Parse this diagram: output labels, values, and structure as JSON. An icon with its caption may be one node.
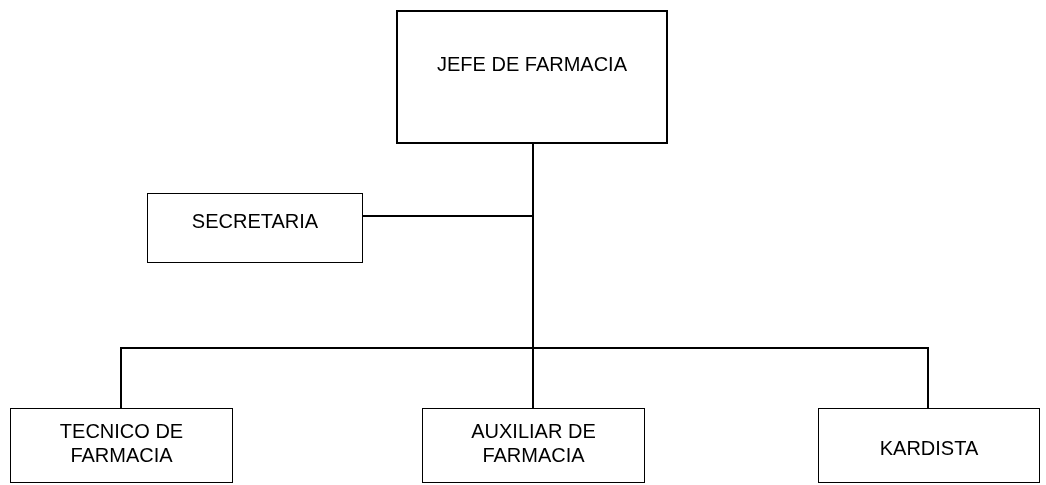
{
  "diagram": {
    "nodes": [
      {
        "text": [
          "JEFE DE FARMACIA"
        ]
      },
      {
        "text": [
          "SECRETARIA"
        ]
      },
      {
        "text": [
          "TECNICO DE FARMACIA"
        ]
      },
      {
        "text": [
          "AUXILIAR DE FARMACIA"
        ]
      },
      {
        "text": [
          "KARDISTA"
        ]
      }
    ],
    "edges": [
      {
        "from": 0,
        "to": 1,
        "arrow": "none"
      },
      {
        "from": 0,
        "to": 2,
        "arrow": "none"
      },
      {
        "from": 0,
        "to": 3,
        "arrow": "none"
      },
      {
        "from": 0,
        "to": 4,
        "arrow": "none"
      }
    ]
  }
}
